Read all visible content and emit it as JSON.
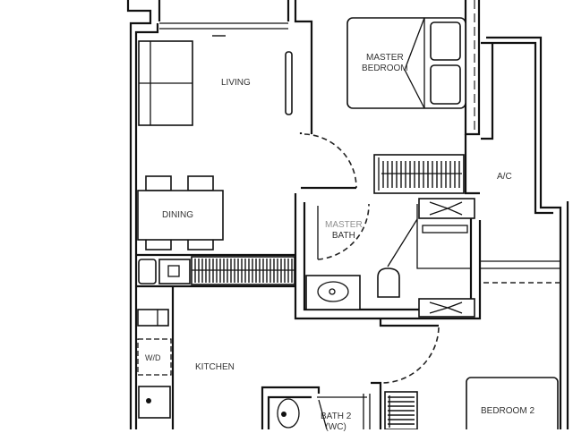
{
  "floorplan": {
    "rooms": [
      {
        "id": "living",
        "label": "LIVING"
      },
      {
        "id": "master_bedroom",
        "label_line1": "MASTER",
        "label_line2": "BEDROOM"
      },
      {
        "id": "ac",
        "label": "A/C"
      },
      {
        "id": "dining",
        "label": "DINING"
      },
      {
        "id": "master_bath",
        "label_line1": "MASTER",
        "label_line2": "BATH"
      },
      {
        "id": "kitchen",
        "label": "KITCHEN"
      },
      {
        "id": "washer_dryer",
        "label": "W/D"
      },
      {
        "id": "bath2",
        "label_line1": "BATH 2",
        "label_line2": "(WC)"
      },
      {
        "id": "bedroom2",
        "label": "BEDROOM 2"
      }
    ],
    "colors": {
      "wall": "#111111",
      "background": "#ffffff",
      "text": "#333333"
    }
  }
}
